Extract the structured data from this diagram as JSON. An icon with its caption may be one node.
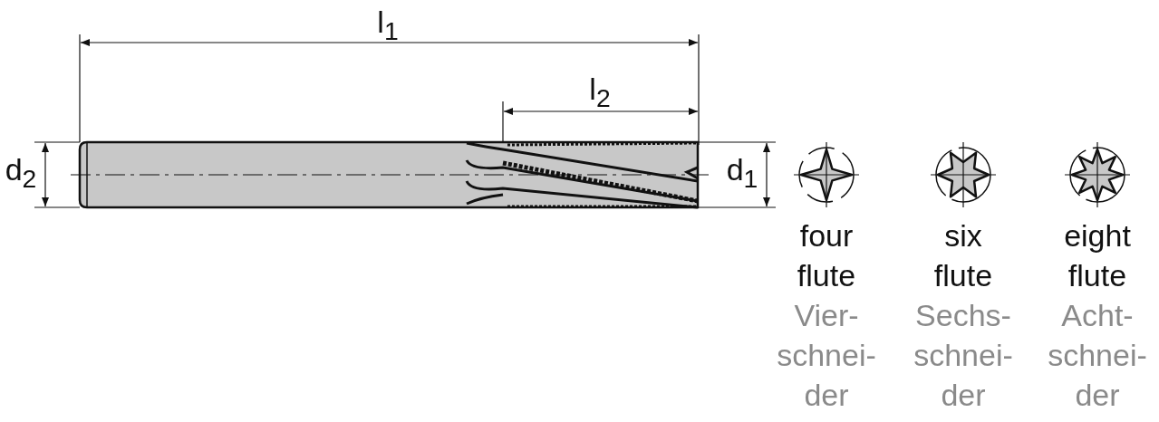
{
  "diagram": {
    "labels": [
      "l$_{1}$",
      "l$_{2}$",
      "d$_{2}$",
      "d$_{1}$",
      "four flute",
      "Vier- schnei- der",
      "six flute",
      "Sechs- schnei- der",
      "eight flute",
      "Acht- schnei- der"
    ]
  }
}
